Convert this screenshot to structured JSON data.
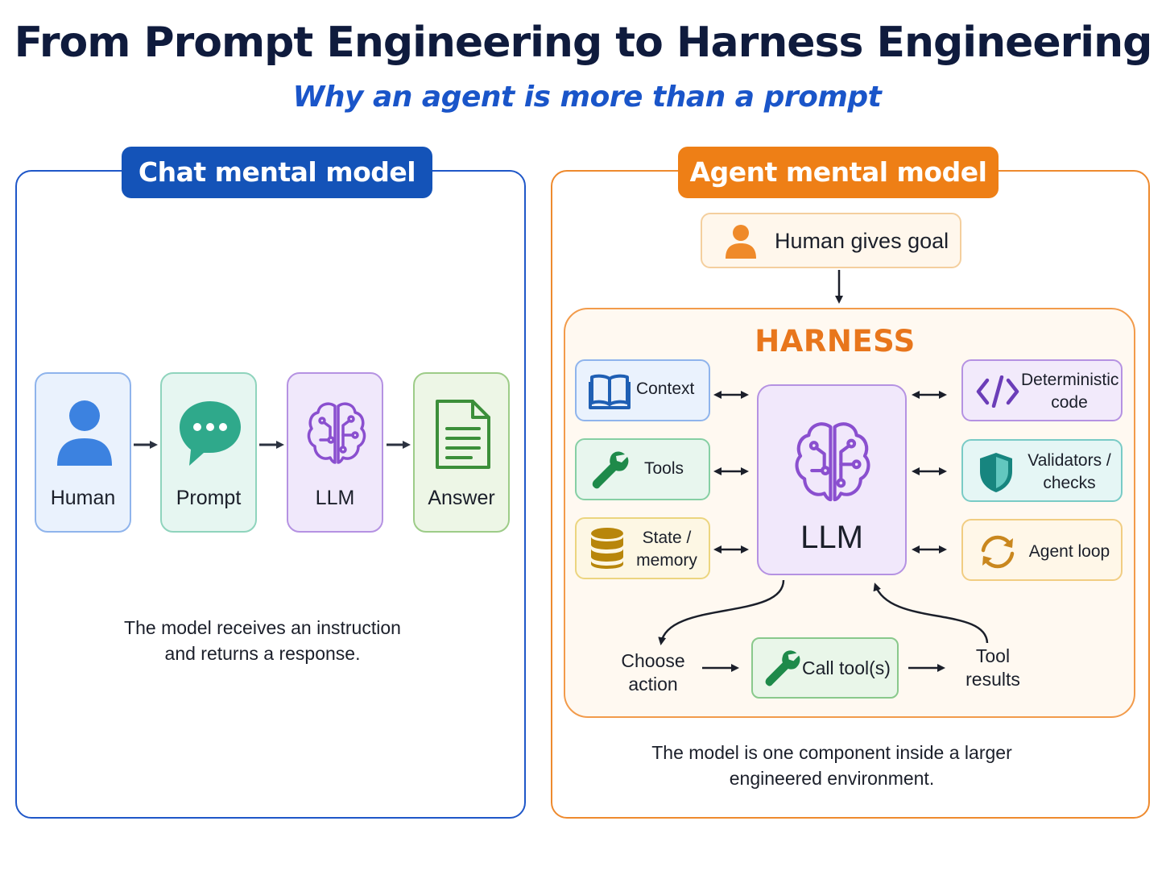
{
  "title": "From Prompt Engineering to Harness Engineering",
  "subtitle": "Why an agent is more than a prompt",
  "chat_panel": {
    "header": "Chat mental model",
    "steps": [
      {
        "label": "Human",
        "icon": "person-icon"
      },
      {
        "label": "Prompt",
        "icon": "chat-bubble-icon"
      },
      {
        "label": "LLM",
        "icon": "brain-icon"
      },
      {
        "label": "Answer",
        "icon": "document-icon"
      }
    ],
    "caption_line1": "The model receives an instruction",
    "caption_line2": "and returns a response."
  },
  "agent_panel": {
    "header": "Agent mental model",
    "goal": "Human gives goal",
    "harness_label": "HARNESS",
    "llm_label": "LLM",
    "left_components": [
      {
        "label": "Context",
        "icon": "book-icon"
      },
      {
        "label": "Tools",
        "icon": "wrench-icon"
      },
      {
        "label_line1": "State /",
        "label_line2": "memory",
        "icon": "database-icon"
      }
    ],
    "right_components": [
      {
        "label_line1": "Deterministic",
        "label_line2": "code",
        "icon": "code-icon"
      },
      {
        "label_line1": "Validators /",
        "label_line2": "checks",
        "icon": "shield-icon"
      },
      {
        "label": "Agent loop",
        "icon": "refresh-icon"
      }
    ],
    "loop": {
      "choose_line1": "Choose",
      "choose_line2": "action",
      "call_label": "Call tool(s)",
      "results_line1": "Tool",
      "results_line2": "results"
    },
    "caption_line1": "The model is one component inside a larger",
    "caption_line2": "engineered environment."
  },
  "colors": {
    "chat_accent": "#1453b8",
    "agent_accent": "#ee7f16",
    "harness_text": "#e8761c",
    "title": "#0f1b3d",
    "subtitle": "#1a55c9"
  }
}
